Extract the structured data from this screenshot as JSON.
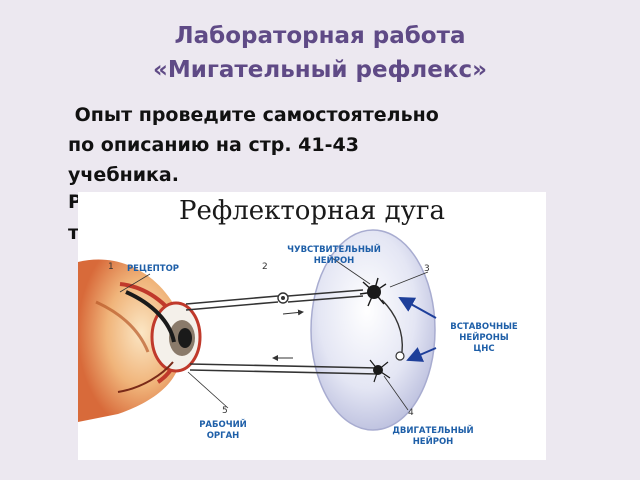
{
  "slide": {
    "title_line1": "Лабораторная работа",
    "title_line2": "«Мигательный рефлекс»",
    "text_line1": " Опыт проведите самостоятельно",
    "text_line2": "по описанию на стр. 41-43",
    "text_line3": "учебника.",
    "text_line4_partial": "Р",
    "text_line5_partial": "т"
  },
  "figure": {
    "title": "Рефлекторная дуга",
    "labels": {
      "receptor": "РЕЦЕПТОР",
      "sensory_l1": "ЧУВСТВИТЕЛЬНЫЙ",
      "sensory_l2": "НЕЙРОН",
      "inter_l1": "ВСТАВОЧНЫЕ",
      "inter_l2": "НЕЙРОНЫ",
      "inter_l3": "ЦНС",
      "effector_l1": "РАБОЧИЙ",
      "effector_l2": "ОРГАН",
      "motor_l1": "ДВИГАТЕЛЬНЫЙ",
      "motor_l2": "НЕЙРОН"
    },
    "numbers": [
      "1",
      "2",
      "3",
      "4",
      "5"
    ],
    "colors": {
      "label": "#1e5fa8",
      "arrow": "#1e3f9a",
      "eye_red": "#d8392b",
      "cns": "#c8cce8"
    }
  }
}
